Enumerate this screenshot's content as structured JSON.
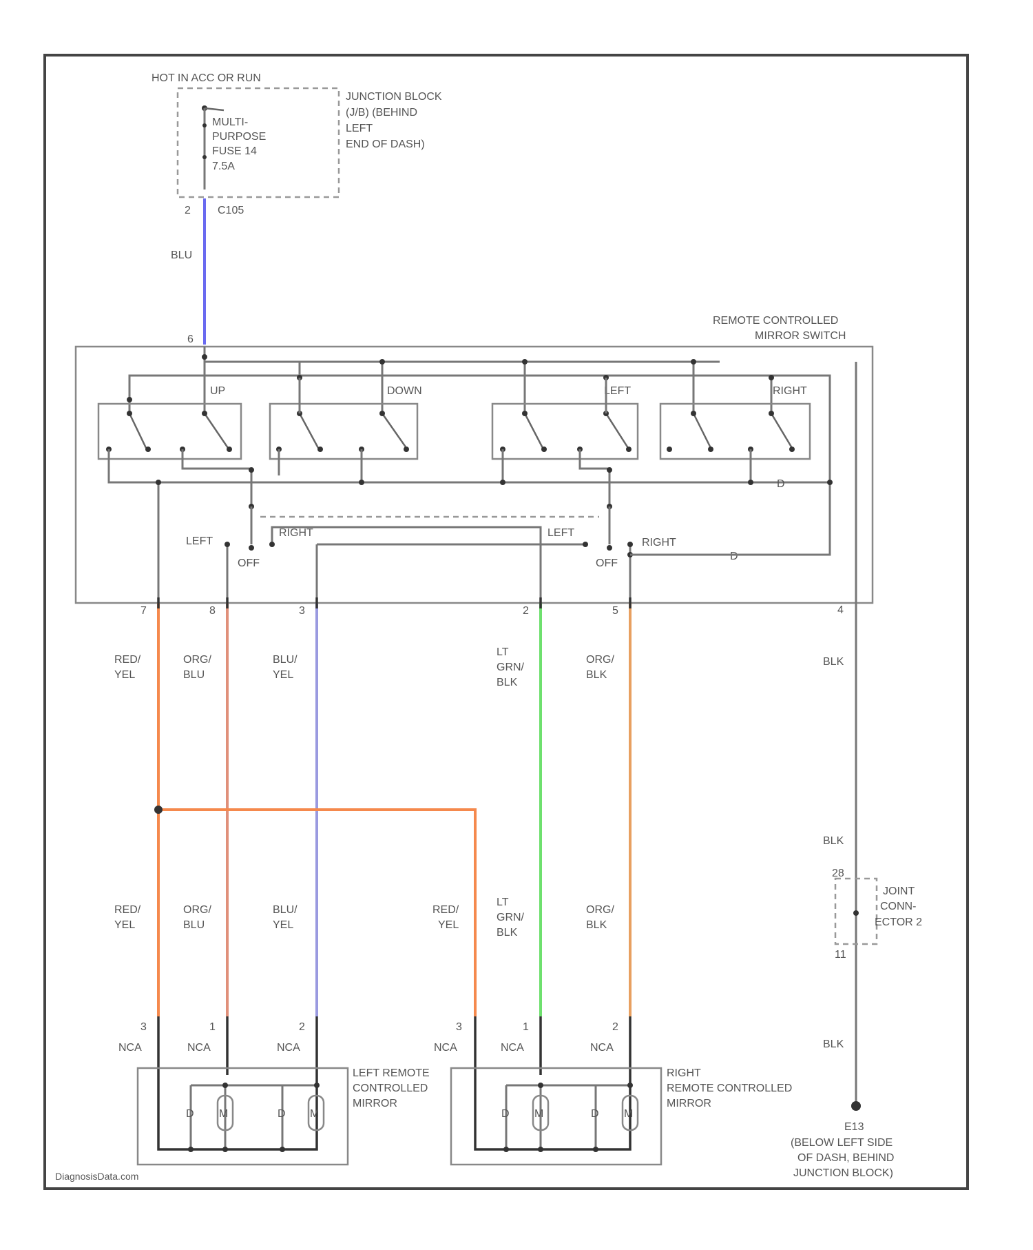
{
  "fuse_block": {
    "hot_label": "HOT IN ACC OR RUN",
    "fuse_lines": [
      "MULTI-",
      "PURPOSE",
      "FUSE 14",
      "7.5A"
    ],
    "junction_lines": [
      "JUNCTION BLOCK",
      "(J/B) (BEHIND",
      "LEFT",
      "END OF DASH)"
    ],
    "pin": "2",
    "connector": "C105"
  },
  "feed_wire": {
    "color_label": "BLU",
    "color": "#6a6af0"
  },
  "switch": {
    "title_lines": [
      "REMOTE CONTROLLED",
      "MIRROR SWITCH"
    ],
    "input_pin": "6",
    "direction_labels": [
      "UP",
      "DOWN",
      "LEFT",
      "RIGHT"
    ],
    "select_left": {
      "left": "LEFT",
      "right": "RIGHT",
      "off": "OFF"
    },
    "select_right": {
      "left": "LEFT",
      "right": "RIGHT",
      "off": "OFF"
    },
    "diode_label": "D"
  },
  "outputs": [
    {
      "pin": "7",
      "top": [
        "RED/",
        "YEL"
      ],
      "bottom": [
        "RED/",
        "YEL"
      ],
      "color": "#f5894d",
      "mirror_pin": "3",
      "nca": "NCA"
    },
    {
      "pin": "8",
      "top": [
        "ORG/",
        "BLU"
      ],
      "bottom": [
        "ORG/",
        "BLU"
      ],
      "color": "#e0907a",
      "mirror_pin": "1",
      "nca": "NCA"
    },
    {
      "pin": "3",
      "top": [
        "BLU/",
        "YEL"
      ],
      "bottom": [
        "BLU/",
        "YEL"
      ],
      "color": "#9a9ae0",
      "mirror_pin": "2",
      "nca": "NCA"
    },
    {
      "pin": "2",
      "top": [
        "LT",
        "GRN/",
        "BLK"
      ],
      "bottom": [
        "LT",
        "GRN/",
        "BLK"
      ],
      "color": "#6ee06e",
      "mirror_pin": "1",
      "nca": "NCA"
    },
    {
      "pin": "5",
      "top": [
        "ORG/",
        "BLK"
      ],
      "bottom": [
        "ORG/",
        "BLK"
      ],
      "color": "#e8a060",
      "mirror_pin": "2",
      "nca": "NCA"
    }
  ],
  "branch": {
    "top": [
      "RED/",
      "YEL"
    ],
    "mirror_pin": "3",
    "nca": "NCA",
    "color": "#f5894d"
  },
  "ground_path": {
    "pin": "4",
    "labels": [
      "BLK",
      "BLK",
      "BLK"
    ],
    "joint_pins": [
      "28",
      "11"
    ],
    "joint_lines": [
      "JOINT",
      "CONN-",
      "ECTOR 2"
    ],
    "ground_id": "E13",
    "ground_lines": [
      "(BELOW LEFT SIDE",
      "OF DASH, BEHIND",
      "JUNCTION BLOCK)"
    ]
  },
  "mirrors": {
    "left_lines": [
      "LEFT REMOTE",
      "CONTROLLED",
      "MIRROR"
    ],
    "right_lines": [
      "RIGHT",
      "REMOTE CONTROLLED",
      "MIRROR"
    ],
    "motor_symbol": "M",
    "diode_symbol": "D"
  },
  "watermark": "DiagnosisData.com"
}
